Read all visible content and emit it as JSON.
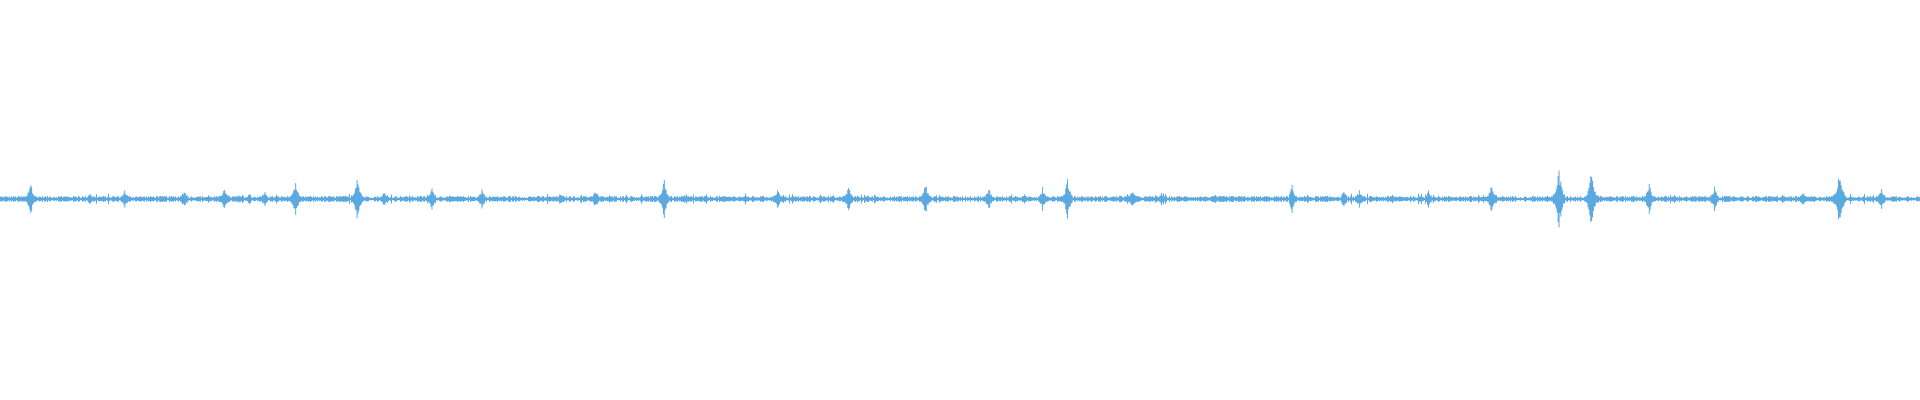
{
  "waveform": {
    "color": "#5aa9e0",
    "baseline_amplitude": 0.015,
    "events": [
      {
        "t": 0.016,
        "a": 0.085
      },
      {
        "t": 0.047,
        "a": 0.035
      },
      {
        "t": 0.065,
        "a": 0.045
      },
      {
        "t": 0.096,
        "a": 0.055
      },
      {
        "t": 0.117,
        "a": 0.06
      },
      {
        "t": 0.138,
        "a": 0.035
      },
      {
        "t": 0.154,
        "a": 0.095
      },
      {
        "t": 0.186,
        "a": 0.11
      },
      {
        "t": 0.2,
        "a": 0.045
      },
      {
        "t": 0.225,
        "a": 0.07
      },
      {
        "t": 0.251,
        "a": 0.055
      },
      {
        "t": 0.292,
        "a": 0.035
      },
      {
        "t": 0.31,
        "a": 0.05
      },
      {
        "t": 0.346,
        "a": 0.11
      },
      {
        "t": 0.405,
        "a": 0.055
      },
      {
        "t": 0.442,
        "a": 0.07
      },
      {
        "t": 0.482,
        "a": 0.09
      },
      {
        "t": 0.515,
        "a": 0.06
      },
      {
        "t": 0.543,
        "a": 0.06
      },
      {
        "t": 0.556,
        "a": 0.1
      },
      {
        "t": 0.59,
        "a": 0.05
      },
      {
        "t": 0.605,
        "a": 0.035
      },
      {
        "t": 0.673,
        "a": 0.075
      },
      {
        "t": 0.7,
        "a": 0.05
      },
      {
        "t": 0.708,
        "a": 0.045
      },
      {
        "t": 0.744,
        "a": 0.05
      },
      {
        "t": 0.777,
        "a": 0.08
      },
      {
        "t": 0.812,
        "a": 0.17
      },
      {
        "t": 0.829,
        "a": 0.16
      },
      {
        "t": 0.859,
        "a": 0.08
      },
      {
        "t": 0.893,
        "a": 0.065
      },
      {
        "t": 0.939,
        "a": 0.035
      },
      {
        "t": 0.958,
        "a": 0.165
      },
      {
        "t": 0.98,
        "a": 0.06
      }
    ]
  }
}
